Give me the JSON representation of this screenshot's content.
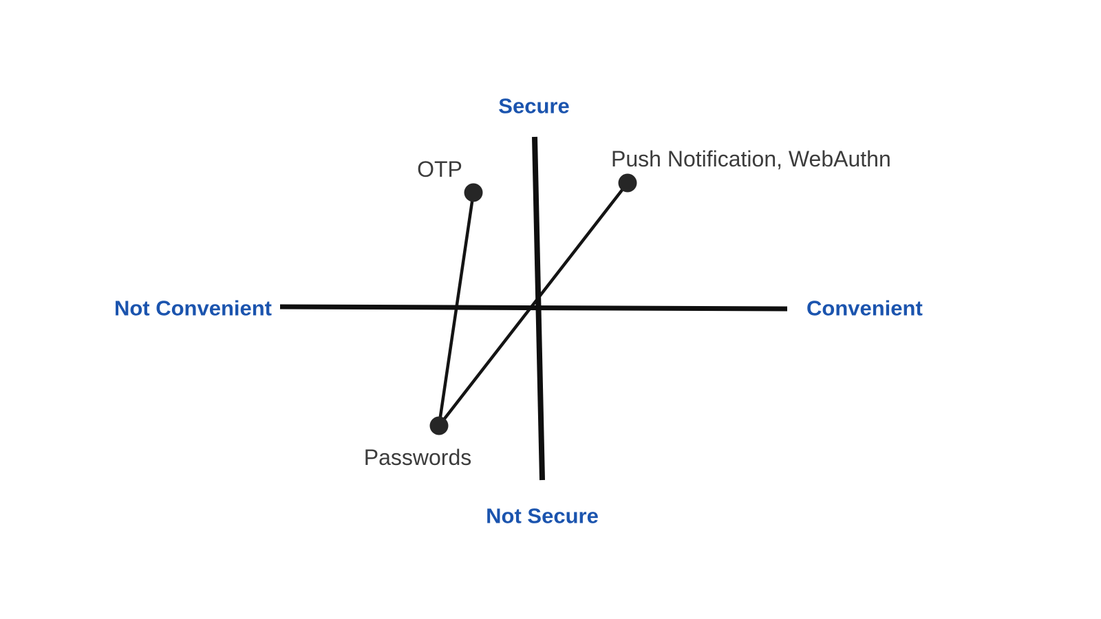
{
  "diagram": {
    "type": "quadrant",
    "axes": {
      "top_label": "Secure",
      "bottom_label": "Not Secure",
      "left_label": "Not Convenient",
      "right_label": "Convenient"
    },
    "points": {
      "otp": {
        "label": "OTP",
        "quadrant": "secure-not-convenient"
      },
      "push_webauthn": {
        "label": "Push Notification, WebAuthn",
        "quadrant": "secure-convenient"
      },
      "passwords": {
        "label": "Passwords",
        "quadrant": "not-secure-not-convenient"
      }
    },
    "connections": [
      {
        "from": "Passwords",
        "to": "OTP"
      },
      {
        "from": "Passwords",
        "to": "Push Notification, WebAuthn"
      }
    ]
  },
  "colors": {
    "axis_label": "#1b54ae",
    "point_label": "#3c3c3c",
    "axis_line": "#0f0f0f",
    "connector_line": "#141414",
    "dot_fill": "#262626",
    "background": "#ffffff"
  }
}
